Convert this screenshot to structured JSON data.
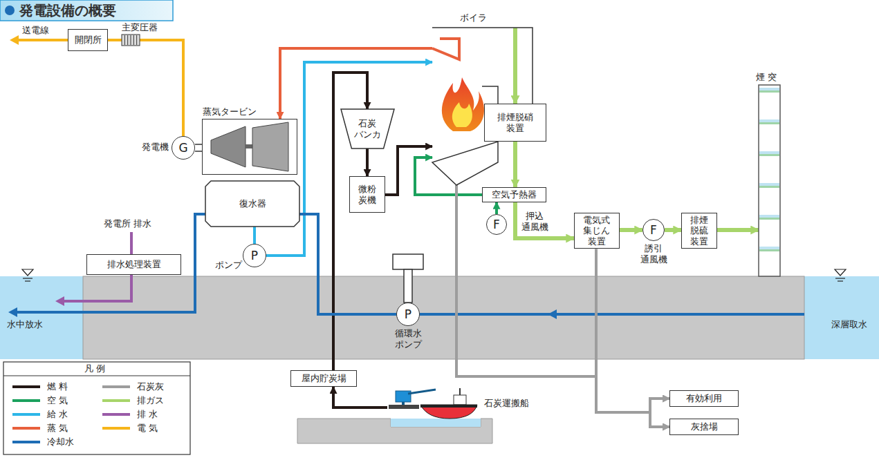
{
  "diagram": {
    "title": "発電設備の概要",
    "nodes": [
      {
        "text": [
          "ボイラ"
        ]
      },
      {
        "text": [
          "蒸気タービン"
        ]
      },
      {
        "text": [
          "G",
          "発電機"
        ]
      },
      {
        "text": [
          "主変圧器"
        ]
      },
      {
        "text": [
          "開閉所"
        ]
      },
      {
        "text": [
          "復水器"
        ]
      },
      {
        "text": [
          "P",
          "ポンプ"
        ]
      },
      {
        "text": [
          "石炭 バンカ"
        ]
      },
      {
        "text": [
          "微粉 炭機"
        ]
      },
      {
        "text": [
          "排煙脱硝 装置"
        ]
      },
      {
        "text": [
          "空気予熱器"
        ]
      },
      {
        "text": [
          "F",
          "押込 通風機"
        ]
      },
      {
        "text": [
          "電気式 集じん 装置"
        ]
      },
      {
        "text": [
          "F",
          "誘引 通風機"
        ]
      },
      {
        "text": [
          "排煙 脱硫 装置"
        ]
      },
      {
        "text": [
          "煙 突"
        ]
      },
      {
        "text": [
          "排水処理装置"
        ]
      },
      {
        "text": [
          "P",
          "循環水 ポンプ"
        ]
      },
      {
        "text": [
          "屋内貯炭場"
        ]
      },
      {
        "text": [
          "石炭運搬船"
        ]
      },
      {
        "text": [
          "有効利用"
        ]
      },
      {
        "text": [
          "灰捨場"
        ]
      }
    ],
    "edges": [
      {
        "from": 2,
        "to": 3,
        "arrow": "none"
      },
      {
        "from": 3,
        "to": 4,
        "arrow": "none"
      },
      {
        "from": 0,
        "to": 1,
        "arrow": "to"
      },
      {
        "from": 5,
        "to": 6,
        "arrow": "none"
      },
      {
        "from": 6,
        "to": 0,
        "arrow": "to"
      },
      {
        "from": 19,
        "to": 18,
        "arrow": "to"
      },
      {
        "from": 18,
        "to": 7,
        "arrow": "to"
      },
      {
        "from": 7,
        "to": 8,
        "arrow": "to"
      },
      {
        "from": 8,
        "to": 0,
        "arrow": "to"
      },
      {
        "from": 11,
        "to": 10,
        "arrow": "to"
      },
      {
        "from": 10,
        "to": 0,
        "arrow": "to"
      },
      {
        "from": 0,
        "to": 9,
        "arrow": "to"
      },
      {
        "from": 9,
        "to": 10,
        "arrow": "to"
      },
      {
        "from": 10,
        "to": 12,
        "arrow": "to"
      },
      {
        "from": 12,
        "to": 13,
        "arrow": "to"
      },
      {
        "from": 13,
        "to": 14,
        "arrow": "to"
      },
      {
        "from": 14,
        "to": 15,
        "arrow": "to"
      },
      {
        "from": 0,
        "to": 20,
        "arrow": "to"
      },
      {
        "from": 0,
        "to": 21,
        "arrow": "to"
      },
      {
        "from": 12,
        "to": 20,
        "arrow": "to"
      },
      {
        "from": 12,
        "to": 21,
        "arrow": "to"
      },
      {
        "from": 17,
        "to": 5,
        "arrow": "none"
      }
    ],
    "labels": [
      "送電線",
      "発電所 排水",
      "水中放水",
      "深層取水",
      "凡 例"
    ],
    "legend": [
      {
        "text": "燃 料",
        "color": "#231815"
      },
      {
        "text": "空 気",
        "color": "#1ba15d"
      },
      {
        "text": "給 水",
        "color": "#2db6e8"
      },
      {
        "text": "蒸 気",
        "color": "#e8603c"
      },
      {
        "text": "冷却水",
        "color": "#1e6db5"
      },
      {
        "text": "石炭灰",
        "color": "#9d9d9d"
      },
      {
        "text": "排ガス",
        "color": "#a7d56a"
      },
      {
        "text": "排 水",
        "color": "#9a5ba7"
      },
      {
        "text": "電 気",
        "color": "#f6b51a"
      }
    ]
  }
}
